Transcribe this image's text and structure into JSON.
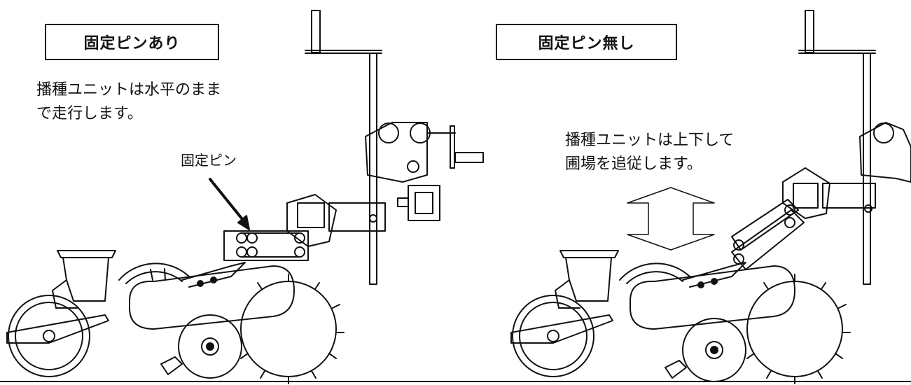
{
  "left_panel": {
    "title": "固定ピンあり",
    "description": "播種ユニットは水平のまま\nで走行します。",
    "pin_label": "固定ピン"
  },
  "right_panel": {
    "title": "固定ピン無し",
    "description": "播種ユニットは上下して\n圃場を追従します。"
  },
  "colors": {
    "line": "#111111",
    "background": "#ffffff"
  },
  "icons": [
    "seeder-unit-illustration",
    "pointer-arrow",
    "up-down-arrow"
  ]
}
